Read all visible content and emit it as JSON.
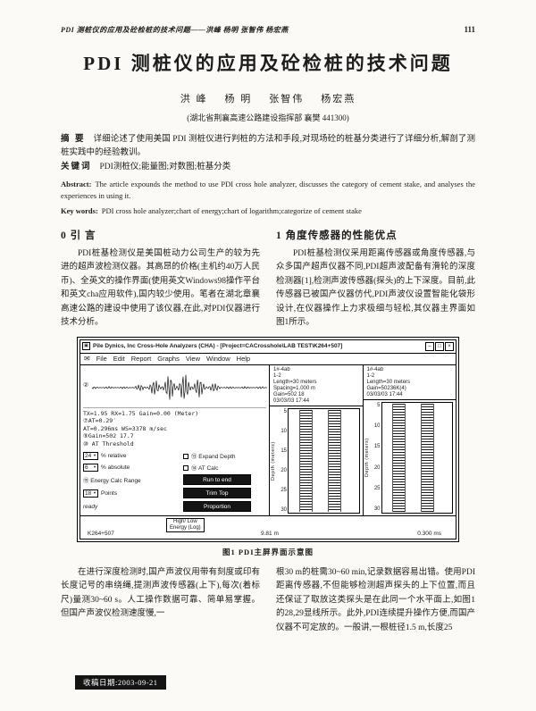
{
  "header": {
    "running_title": "PDI 测桩仪的应用及砼检桩的技术问题——洪峰  杨明  张智伟  杨宏燕",
    "page_number": "111"
  },
  "title": "PDI 测桩仪的应用及砼检桩的技术问题",
  "authors": "洪 峰    杨 明    张智伟    杨宏燕",
  "affiliation": "(湖北省荆襄高速公路建设指挥部  襄樊 441300)",
  "abstract": {
    "label": "摘  要",
    "text": "详细论述了使用美国 PDI 测桩仪进行判桩的方法和手段,对现场砼的桩基分类进行了详细分析,解剖了测桩实践中的经验教训。"
  },
  "keywords": {
    "label": "关键词",
    "text": "PDI测桩仪;能量图;对数图;桩基分类"
  },
  "abstract_en": {
    "label": "Abstract:",
    "text": "The article expounds the method to use PDI cross hole analyzer, discusses the category of cement stake, and analyses the experiences in using it."
  },
  "keywords_en": {
    "label": "Key words:",
    "text": "PDI cross hole analyzer;chart of energy;chart of logarithm;categorize of cement stake"
  },
  "section0": {
    "heading": "0  引  言",
    "body": "PDI桩基检测仪是美国桩动力公司生产的较为先进的超声波检测仪器。其高昂的价格(主机约40万人民币)、全英文的操作界面(使用英文Windows98操作平台和英文cha应用软件),国内较少使用。笔者在湖北章襄高速公路的建设中使用了该仪器,在此,对PDI仪器进行技术分析。"
  },
  "section1": {
    "heading": "1  角度传感器的性能优点",
    "body": "PDI桩基检测仪采用距离传感器或角度传感器,与众多国产超声仪器不同,PDI超声波配备有滑轮的深度检测器[1],检测声波传感器(探头)的上下深度。目前,此传感器已被国产仪器仿代,PDI声波仪设置智能化袋形设计,在仪器操作上力求极细与轻松,其仪器主界面如图1所示。"
  },
  "figure": {
    "window": {
      "title": "Pile Dynics, Inc Cross-Hole Analyzers (CHA) - [Project=CACrosshole\\LAB TEST\\K264+507]",
      "title_icon": "▣",
      "buttons": [
        "–",
        "□",
        "×"
      ],
      "mail_icon": "✉",
      "menu": [
        "File",
        "Edit",
        "Report",
        "Graphs",
        "View",
        "Window",
        "Help"
      ]
    },
    "waveform_callout": "②",
    "readouts": [
      "TX=1.95  RX=1.75  Gain=0.00 (Meter)",
      "⑦AT=0.29′",
      "AT=0.296ms   WS=3378 m/sec",
      "⑨Gain=502 17.7",
      "⑩ AT Threshold"
    ],
    "controls": {
      "relative_value": "24",
      "relative_label": "% relative",
      "expand_depth": "⑬ Expand Depth",
      "absolute_value": "6",
      "absolute_label": "% absolute",
      "at_calc": "⑭ AT Calc",
      "energy_calc_range": "⑮ Energy Calc Range",
      "run_to_end": "Run to end",
      "points_value": "18",
      "points_label": "Points",
      "trim_top": "Trim Top",
      "status": "ready",
      "proportion": "Proportion"
    },
    "panels": [
      {
        "lines": [
          "1#-4ab",
          "1-2",
          "Length=30 meters",
          "Spacing=1.000 m",
          "Gain=502 18",
          "03/03/03 17:44"
        ]
      },
      {
        "lines": [
          "1#-4ab",
          "1-2",
          "Length=30 meters",
          "Gain=50236K(4)",
          "03/03/03 17:44"
        ]
      }
    ],
    "depth_ticks": [
      "5",
      "10",
      "15",
      "20",
      "25",
      "30"
    ],
    "depth_label": "Depth (meters)",
    "bottom": {
      "energy_line1": "High/ Low",
      "energy_line2": "Energy (Log)",
      "station": "K264+507",
      "mid": "9.81 m",
      "right": "0.300 ms"
    },
    "caption": "图1  PDI主屏界面示意图"
  },
  "body_bottom": {
    "left": "在进行深度检测时,国产声波仪用带有刻度或印有长度记号的串绕绳,提测声波传感器(上下),每次(着标尺)量测30~60 s。人工操作数据可靠、简单易掌握。但国产声波仪检测速度慢,一",
    "right": "根30 m的桩需30~60 min,记录数据容易出错。使用PDI距离传感器,不但能够检测超声探头的上下位置,而且还保证了取放这类探头是在此同一个水平面上,如图1的28,29显线所示。此外,PDI连续提升操作方便,而国产仪器不可定放的。一般讲,一根桩径1.5 m,长度25"
  },
  "footer": {
    "received": "收稿日期:2003-09-21"
  }
}
